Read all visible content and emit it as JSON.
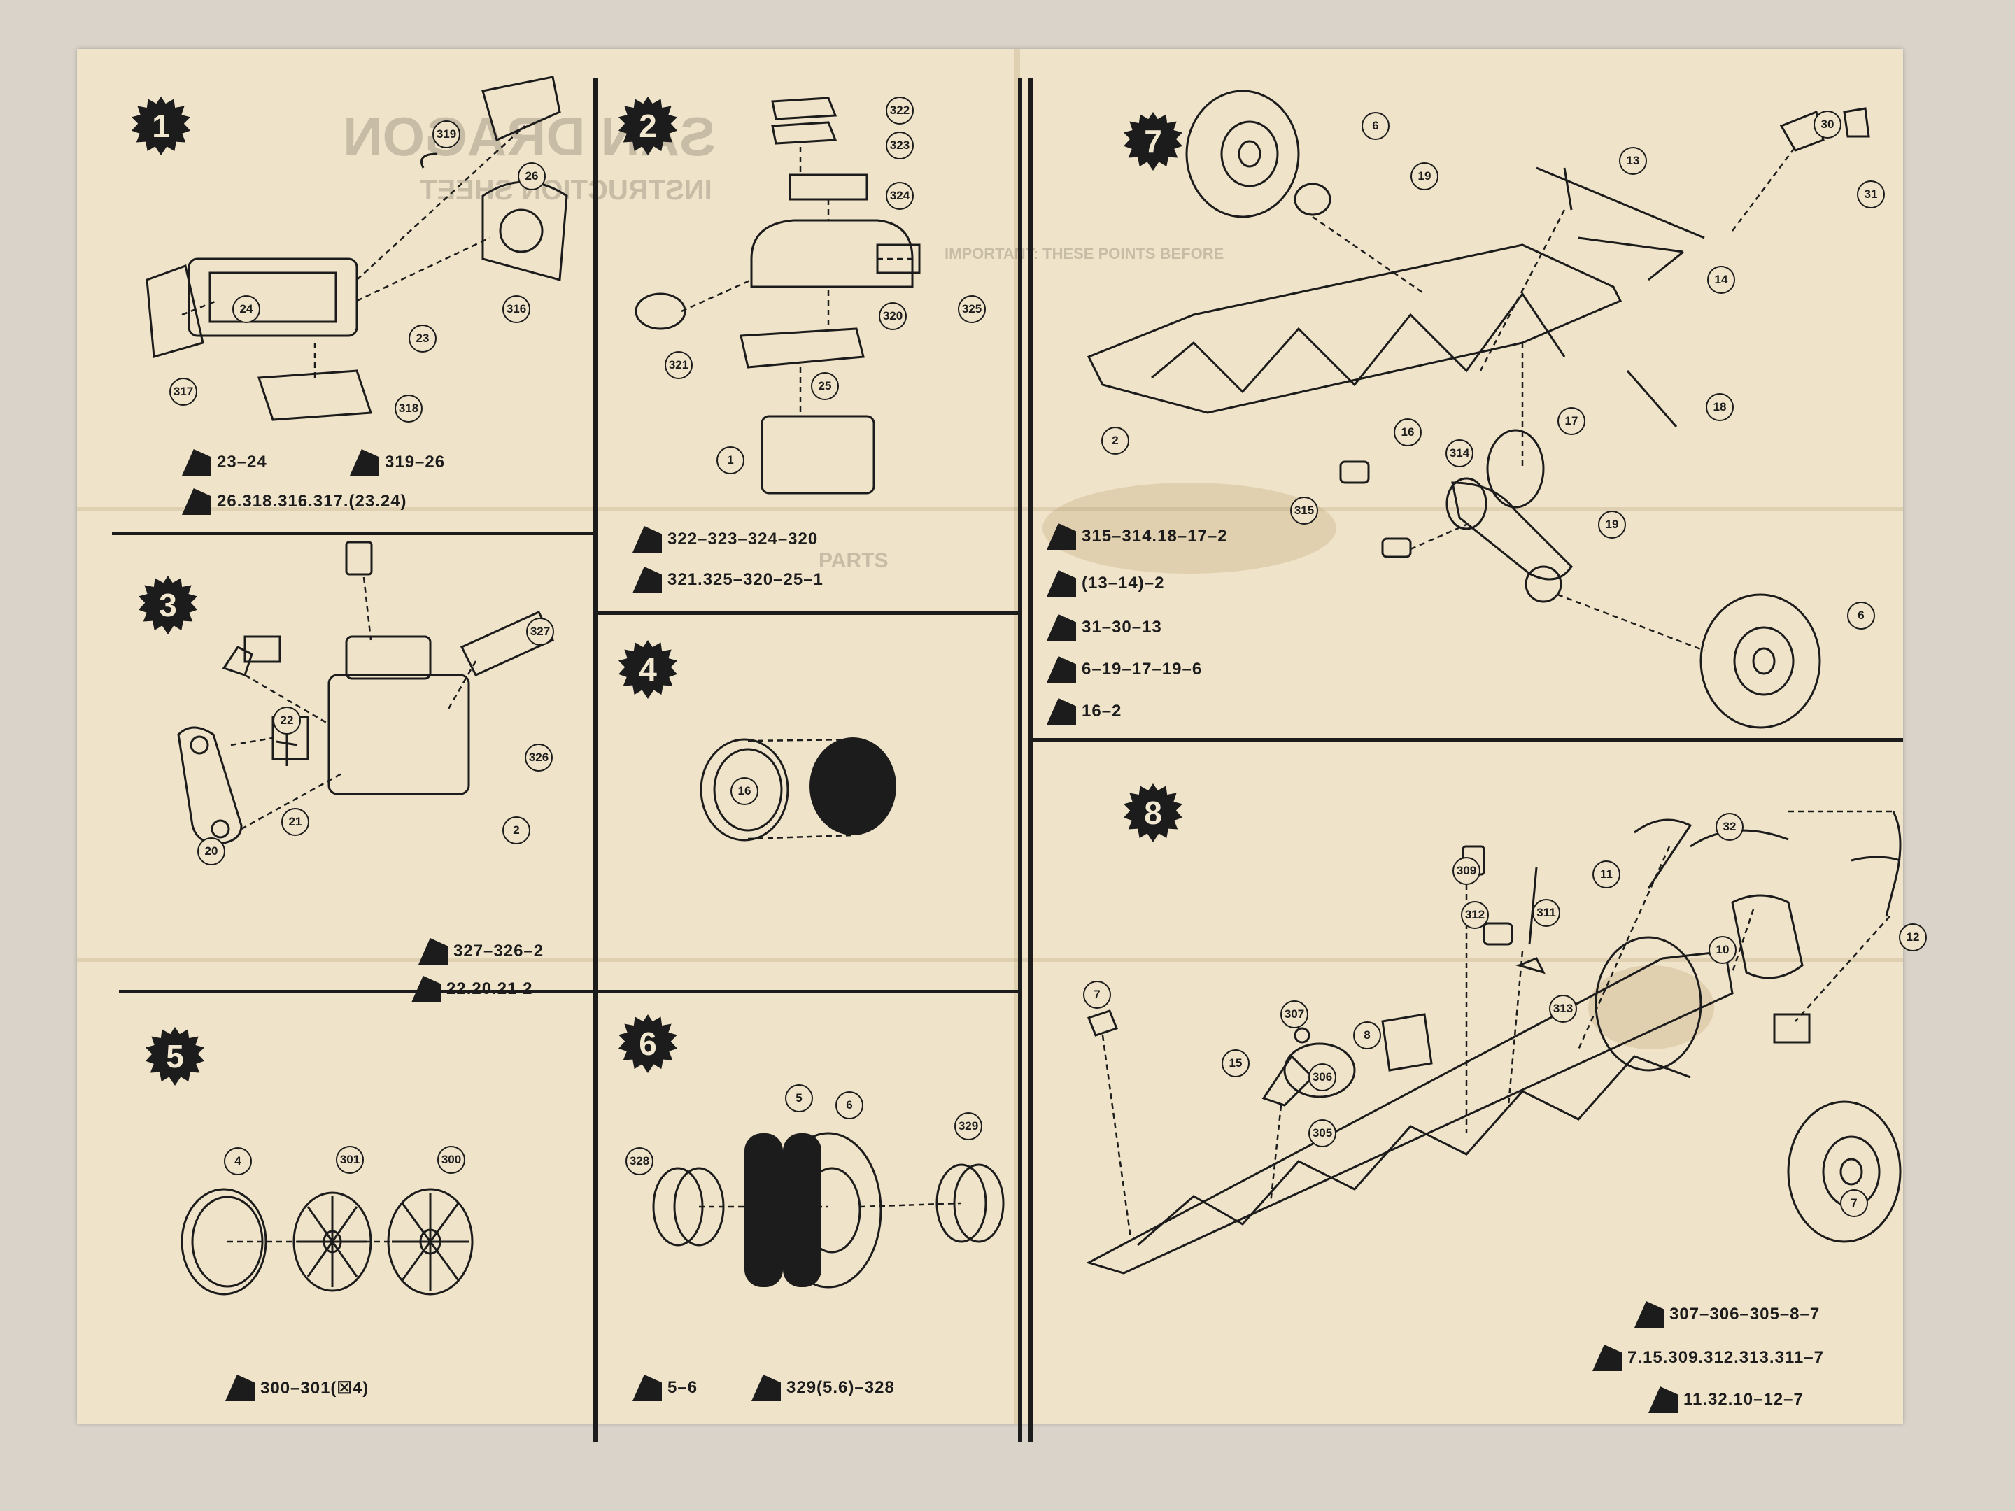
{
  "ghost_text": {
    "title": "SAN DRAGON",
    "subtitle": "INSTRUCTION SHEET",
    "important": "IMPORTANT: THESE POINTS BEFORE",
    "parts": "PARTS"
  },
  "steps": [
    {
      "number": "1",
      "callouts": [
        "319",
        "26",
        "24",
        "23",
        "316",
        "317",
        "318"
      ],
      "sequences": [
        "23–24",
        "319–26",
        "26.318.316.317.(23.24)"
      ]
    },
    {
      "number": "2",
      "callouts": [
        "322",
        "323",
        "324",
        "320",
        "325",
        "321",
        "25",
        "1"
      ],
      "sequences": [
        "322–323–324–320",
        "321.325–320–25–1"
      ]
    },
    {
      "number": "3",
      "callouts": [
        "327",
        "22",
        "326",
        "21",
        "2",
        "20"
      ],
      "sequences": [
        "327–326–2",
        "22.20.21  2"
      ]
    },
    {
      "number": "4",
      "callouts": [
        "16"
      ],
      "sequences": []
    },
    {
      "number": "5",
      "callouts": [
        "4",
        "301",
        "300"
      ],
      "sequences": [
        "300–301(☒4)"
      ]
    },
    {
      "number": "6",
      "callouts": [
        "5",
        "6",
        "328",
        "329"
      ],
      "sequences": [
        "5–6",
        "329(5.6)–328"
      ]
    },
    {
      "number": "7",
      "callouts": [
        "6",
        "19",
        "13",
        "30",
        "31",
        "14",
        "2",
        "16",
        "17",
        "18",
        "314",
        "315",
        "19",
        "6"
      ],
      "sequences": [
        "315–314.18–17–2",
        "(13–14)–2",
        "31–30–13",
        "6–19–17–19–6",
        "16–2"
      ]
    },
    {
      "number": "8",
      "callouts": [
        "309",
        "32",
        "11",
        "312",
        "311",
        "10",
        "12",
        "7",
        "307",
        "313",
        "8",
        "15",
        "306",
        "305",
        "7"
      ],
      "sequences": [
        "307–306–305–8–7",
        "7.15.309.312.313.311–7",
        "11.32.10–12–7"
      ]
    }
  ]
}
